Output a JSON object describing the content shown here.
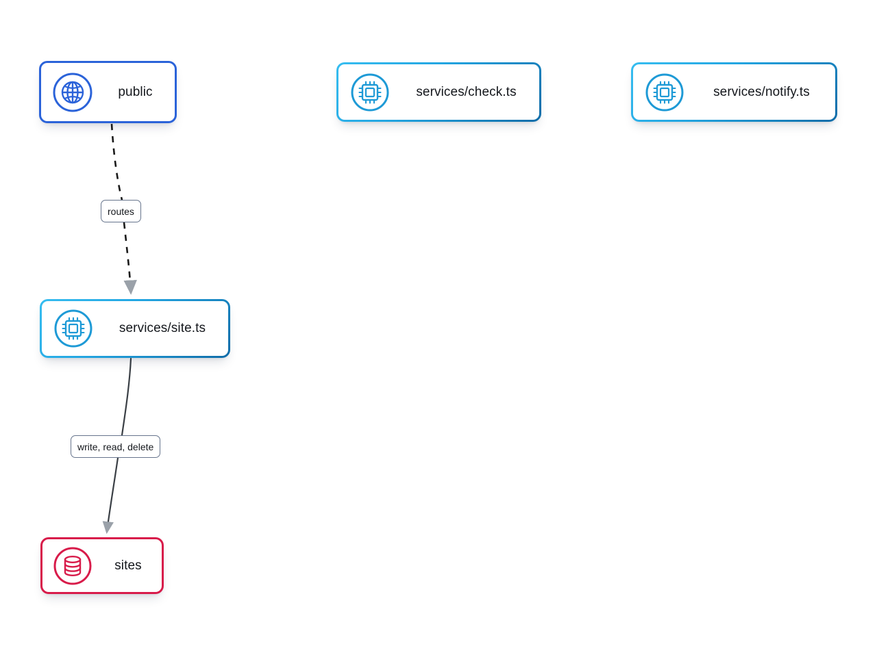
{
  "diagram": {
    "type": "architecture-graph",
    "background": "#ffffff",
    "nodes": [
      {
        "id": "public",
        "label": "public",
        "icon": "globe-icon",
        "kind": "endpoint",
        "color": "#2b63d9"
      },
      {
        "id": "check",
        "label": "services/check.ts",
        "icon": "chip-icon",
        "kind": "service",
        "color": "#23a6e2"
      },
      {
        "id": "notify",
        "label": "services/notify.ts",
        "icon": "chip-icon",
        "kind": "service",
        "color": "#23a6e2"
      },
      {
        "id": "site",
        "label": "services/site.ts",
        "icon": "chip-icon",
        "kind": "service",
        "color": "#23a6e2"
      },
      {
        "id": "sites",
        "label": "sites",
        "icon": "database-icon",
        "kind": "datastore",
        "color": "#d81b4a"
      }
    ],
    "edges": [
      {
        "id": "public-to-site",
        "from": "public",
        "to": "site",
        "label": "routes",
        "style": "dashed",
        "arrow": "triangle",
        "color": "#1a1a1a"
      },
      {
        "id": "site-to-sites",
        "from": "site",
        "to": "sites",
        "label": "write, read, delete",
        "style": "solid",
        "arrow": "triangle",
        "color": "#3a3f45"
      }
    ]
  }
}
